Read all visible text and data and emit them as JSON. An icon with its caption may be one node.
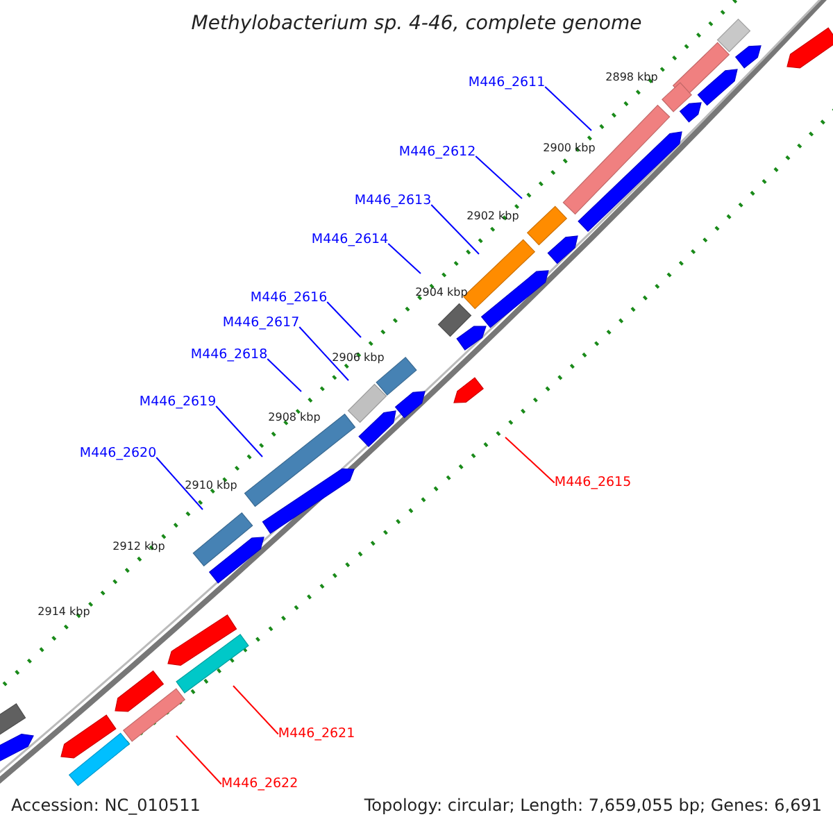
{
  "diagram": {
    "title": "Methylobacterium sp. 4-46, complete genome",
    "nodes": [
      {
        "text": [
          "M446_2611"
        ]
      },
      {
        "text": [
          "M446_2612"
        ]
      },
      {
        "text": [
          "M446_2613"
        ]
      },
      {
        "text": [
          "M446_2614"
        ]
      },
      {
        "text": [
          "M446_2616"
        ]
      },
      {
        "text": [
          "M446_2617"
        ]
      },
      {
        "text": [
          "M446_2618"
        ]
      },
      {
        "text": [
          "M446_2619"
        ]
      },
      {
        "text": [
          "M446_2620"
        ]
      },
      {
        "text": [
          "M446_2615"
        ]
      },
      {
        "text": [
          "M446_2621"
        ]
      },
      {
        "text": [
          "M446_2622"
        ]
      }
    ],
    "edges": [
      {
        "from": 0,
        "to": null,
        "arrow": "none"
      },
      {
        "from": 1,
        "to": null,
        "arrow": "none"
      },
      {
        "from": 2,
        "to": null,
        "arrow": "none"
      },
      {
        "from": 3,
        "to": null,
        "arrow": "none"
      },
      {
        "from": 4,
        "to": null,
        "arrow": "none"
      },
      {
        "from": 5,
        "to": null,
        "arrow": "none"
      },
      {
        "from": 6,
        "to": null,
        "arrow": "none"
      },
      {
        "from": 7,
        "to": null,
        "arrow": "none"
      },
      {
        "from": 8,
        "to": null,
        "arrow": "none"
      },
      {
        "from": 9,
        "to": null,
        "arrow": "none",
        "color": "#ff0000"
      },
      {
        "from": 10,
        "to": null,
        "arrow": "none",
        "color": "#ff0000"
      },
      {
        "from": 11,
        "to": null,
        "arrow": "none",
        "color": "#ff0000"
      }
    ],
    "labels": [
      "2898 kbp",
      "2900 kbp",
      "2902 kbp",
      "2904 kbp",
      "2906 kbp",
      "2908 kbp",
      "2910 kbp",
      "2912 kbp",
      "2914 kbp",
      "Accession: NC_010511",
      "Topology: circular; Length: 7,659,055 bp; Genes: 6,691"
    ]
  }
}
